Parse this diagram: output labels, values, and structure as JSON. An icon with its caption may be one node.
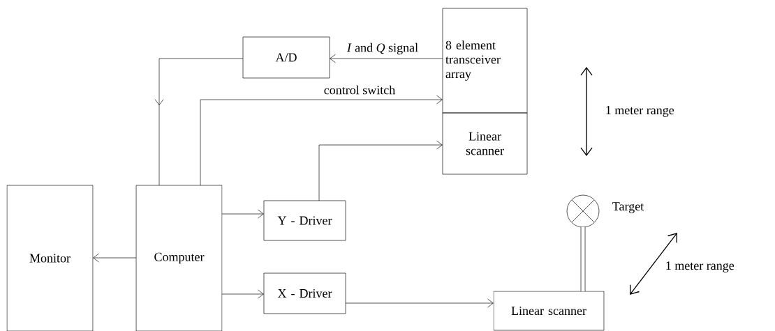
{
  "diagram": {
    "nodes": [
      {
        "text": [
          "A/D"
        ]
      },
      {
        "text": [
          "8 element transceiver array"
        ]
      },
      {
        "text": [
          "Linear scanner"
        ]
      },
      {
        "text": [
          "Monitor"
        ]
      },
      {
        "text": [
          "Computer"
        ]
      },
      {
        "text": [
          "Y - Driver"
        ]
      },
      {
        "text": [
          "X - Driver"
        ]
      },
      {
        "text": [],
        "shape": "circle",
        "beside": [
          "Target"
        ]
      },
      {
        "text": [
          "Linear scanner"
        ]
      }
    ],
    "edges": [
      {
        "from": 1,
        "to": 0,
        "arrow": "to",
        "label": "*I* and *Q* signal"
      },
      {
        "from": 0,
        "to": 4,
        "arrow": "to"
      },
      {
        "from": 4,
        "to": 1,
        "arrow": "to",
        "label": "control switch"
      },
      {
        "from": 4,
        "to": 5,
        "arrow": "to"
      },
      {
        "from": 4,
        "to": 6,
        "arrow": "to"
      },
      {
        "from": 4,
        "to": 3,
        "arrow": "to"
      },
      {
        "from": 5,
        "to": 2,
        "arrow": "to"
      },
      {
        "from": 6,
        "to": 8,
        "arrow": "to"
      },
      {
        "from": 8,
        "to": 7,
        "arrow": "none",
        "style": "thick"
      }
    ],
    "labels": [
      "1 meter range",
      "1 meter range"
    ]
  }
}
